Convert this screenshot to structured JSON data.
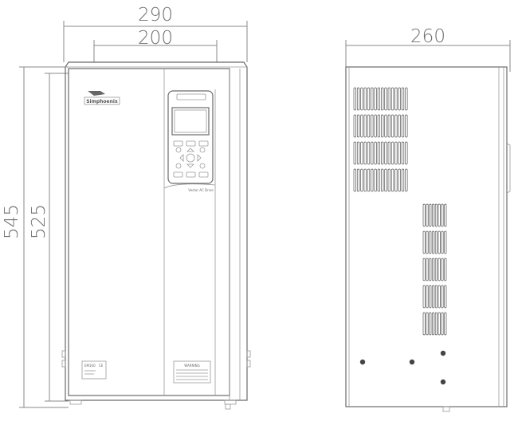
{
  "dimensions": {
    "front_width_outer": "290",
    "front_width_mount": "200",
    "front_height_outer": "545",
    "front_height_mount": "525",
    "side_depth": "260"
  },
  "front_panel": {
    "brand_logo_text": "Simphoenix",
    "keypad_model_text": "Vector AC Drive",
    "nameplate_text": "EM100",
    "nameplate_mark": "CE",
    "warning_label_text": "WARNING"
  },
  "icons": {
    "brand_logo": "simphoenix-logo-icon",
    "keypad": "keypad-icon",
    "lcd_display": "lcd-display-icon"
  },
  "colors": {
    "line": "#6a6a6a",
    "dimension_text": "#6f6f6f",
    "background": "#ffffff"
  }
}
